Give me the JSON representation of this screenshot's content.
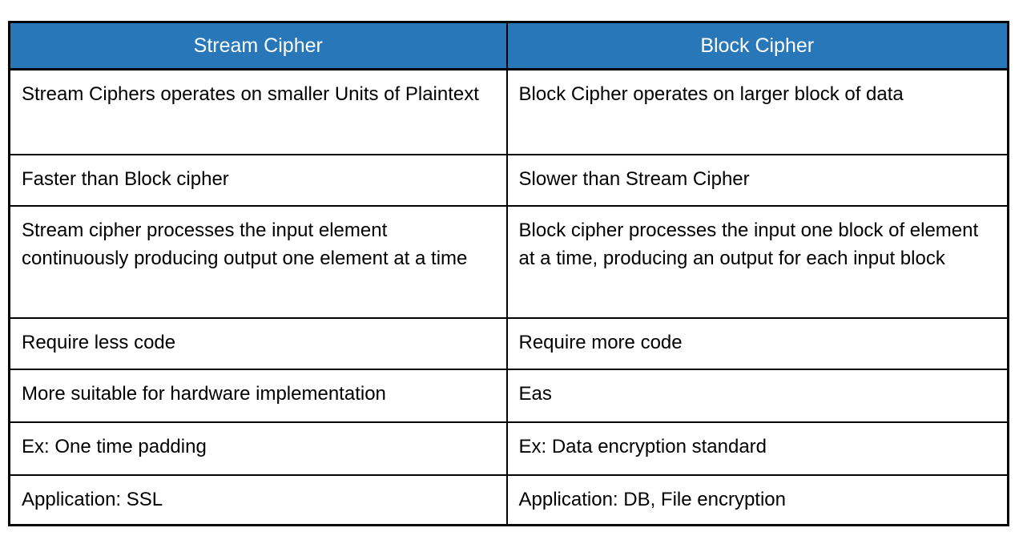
{
  "table": {
    "header_bg": "#2878b9",
    "header_text_color": "#ffffff",
    "border_color": "#000000",
    "headers": {
      "stream": "Stream Cipher",
      "block": "Block Cipher"
    },
    "rows": [
      {
        "stream": "Stream Ciphers operates on smaller Units of Plaintext",
        "block": "Block Cipher operates on larger block of data"
      },
      {
        "stream": "Faster than Block cipher",
        "block": "Slower than Stream Cipher"
      },
      {
        "stream": "Stream cipher processes the input element continuously producing output one element at a time",
        "block": "Block cipher processes the input one block of element at a time, producing an output for each input block"
      },
      {
        "stream": "Require less code",
        "block": "Require more code"
      },
      {
        "stream": "More suitable for hardware implementation",
        "block": "Eas"
      },
      {
        "stream": "Ex: One time padding",
        "block": "Ex: Data encryption standard"
      },
      {
        "stream": "Application: SSL",
        "block": "Application: DB, File encryption"
      }
    ]
  }
}
